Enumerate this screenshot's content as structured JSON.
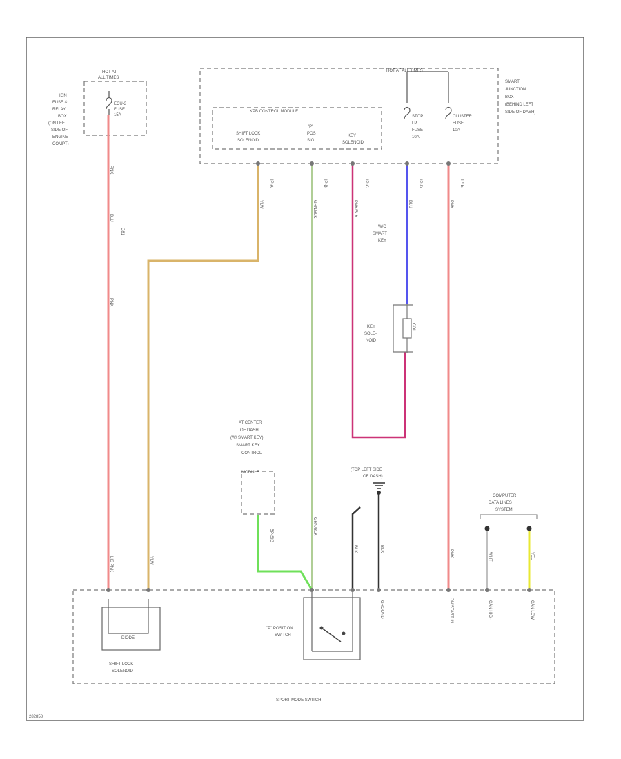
{
  "labels": {
    "hot_top": "HOT AT ALL TIMES",
    "hot_left_1": "HOT AT",
    "hot_left_2": "ALL TIMES",
    "ign_box_1": "IGN",
    "ign_box_2": "FUSE &",
    "ign_box_3": "RELAY",
    "ign_box_4": "BOX",
    "ign_box_5": "(ON LEFT",
    "ign_box_6": "SIDE OF",
    "ign_box_7": "ENGINE",
    "ign_box_8": "COMPT)",
    "ecu_fuse_1": "ECU-3",
    "ecu_fuse_2": "FUSE",
    "ecu_fuse_3": "15A",
    "smart_jb_1": "SMART",
    "smart_jb_2": "JUNCTION",
    "smart_jb_3": "BOX",
    "smart_jb_4": "(BEHIND LEFT",
    "smart_jb_5": "SIDE OF DASH)",
    "kpb_module": "KPB CONTROL MODULE",
    "shift_lock_sol_1": "SHIFT LOCK",
    "shift_lock_sol_2": "SOLENOID",
    "p_pos_1": "\"P\"",
    "p_pos_2": "POS",
    "p_pos_3": "SIG",
    "key_sol_1": "KEY",
    "key_sol_2": "SOLENOID",
    "stop_lp_1": "STOP",
    "stop_lp_2": "LP",
    "stop_lp_3": "FUSE",
    "stop_lp_4": "10A",
    "cluster_1": "CLUSTER",
    "cluster_2": "FUSE",
    "cluster_3": "10A",
    "wo_smart_1": "W/O",
    "wo_smart_2": "SMART",
    "wo_smart_3": "KEY",
    "key_solenoid_1": "KEY",
    "key_solenoid_2": "SOLE-",
    "key_solenoid_3": "NOID",
    "center_dash_1": "AT CENTER",
    "center_dash_2": "OF DASH",
    "center_dash_3": "(W/ SMART KEY)",
    "center_dash_4": "SMART KEY",
    "center_dash_5": "CONTROL",
    "center_dash_6": "MODULE",
    "top_left_dash_1": "(TOP LEFT SIDE",
    "top_left_dash_2": "OF DASH)",
    "computer_data_1": "COMPUTER",
    "computer_data_2": "DATA LINES",
    "computer_data_3": "SYSTEM",
    "p_switch_1": "\"P\" POSITION",
    "p_switch_2": "SWITCH",
    "shift_lock_bottom_1": "SHIFT LOCK",
    "shift_lock_bottom_2": "SOLENOID",
    "ground": "GROUND",
    "ign_start": "ON/START IN",
    "can_high": "CAN HIGH",
    "can_low": "CAN LOW",
    "sport_mode": "SPORT MODE SWITCH",
    "page_id": "282858"
  },
  "wire_labels": {
    "pnk_top": "PNK",
    "ign_blk": "BLU",
    "c81": "C81",
    "pnk_mid": "PNK",
    "ylw": "YLW",
    "grn": "GRN/BLK",
    "pnk_key": "PNK/BLK",
    "blu": "BLU",
    "pnk_cluster": "PNK",
    "ip_a": "IP-A",
    "ip_b": "IP-B",
    "ip_c": "IP-C",
    "ip_d": "IP-D",
    "ip_e": "IP-E",
    "bp_sig": "BP-SIG",
    "ylw_bot": "YLW",
    "pnk_bot": "LIS PNK",
    "grn_bot": "GRN/BLK",
    "blk_1": "BLK",
    "blk_2": "BLK",
    "pnk_r": "PNK",
    "wht": "WHT",
    "yel": "YEL",
    "coil": "COIL",
    "diode": "DIODE"
  },
  "colors": {
    "pink": "#f08a8a",
    "yellow_tan": "#d9b46a",
    "green": "#a8c88a",
    "bright_green": "#6fe05a",
    "magenta": "#cc3377",
    "blue": "#5555ee",
    "canlow_yellow": "#e8e833",
    "black": "#222222"
  }
}
